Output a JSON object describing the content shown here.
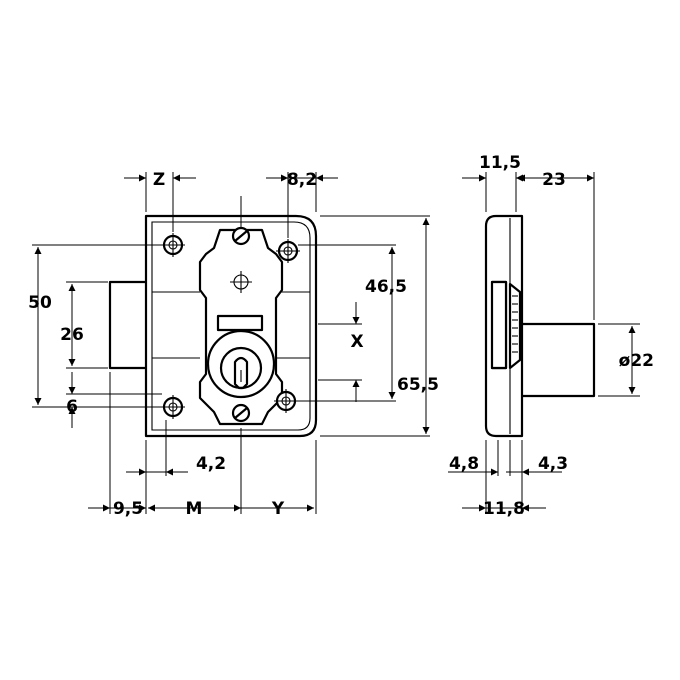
{
  "dimensions": {
    "front": {
      "z": "Z",
      "d8_2": "8,2",
      "d46_5": "46,5",
      "d50": "50",
      "d26": "26",
      "x": "X",
      "d65_5": "65,5",
      "d6": "6",
      "d4_2": "4,2",
      "d9_5": "9,5",
      "m": "M",
      "y": "Y"
    },
    "side": {
      "d11_5": "11,5",
      "d23": "23",
      "d22": "ø22",
      "d4_8": "4,8",
      "d4_3": "4,3",
      "d11_8": "11,8"
    }
  }
}
